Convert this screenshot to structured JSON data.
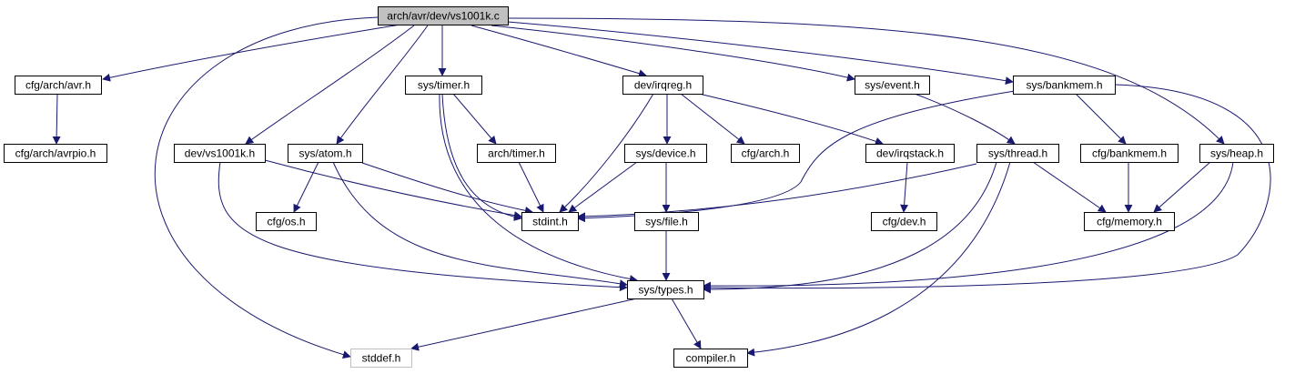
{
  "diagram": {
    "type": "include-dependency-graph",
    "edge_color": "#191970",
    "root_fill": "#c0c0c0",
    "faded_stroke": "#bfbfbf",
    "nodes": [
      {
        "id": "root",
        "label": "arch/avr/dev/vs1001k.c",
        "root": true
      },
      {
        "id": "cfg_arch_avr",
        "label": "cfg/arch/avr.h"
      },
      {
        "id": "cfg_arch_avrpio",
        "label": "cfg/arch/avrpio.h"
      },
      {
        "id": "dev_vs1001k_h",
        "label": "dev/vs1001k.h"
      },
      {
        "id": "sys_atom",
        "label": "sys/atom.h"
      },
      {
        "id": "cfg_os",
        "label": "cfg/os.h"
      },
      {
        "id": "sys_timer",
        "label": "sys/timer.h"
      },
      {
        "id": "arch_timer",
        "label": "arch/timer.h"
      },
      {
        "id": "stdint",
        "label": "stdint.h"
      },
      {
        "id": "dev_irqreg",
        "label": "dev/irqreg.h"
      },
      {
        "id": "sys_device",
        "label": "sys/device.h"
      },
      {
        "id": "cfg_arch",
        "label": "cfg/arch.h"
      },
      {
        "id": "dev_irqstack",
        "label": "dev/irqstack.h"
      },
      {
        "id": "sys_file",
        "label": "sys/file.h"
      },
      {
        "id": "sys_event",
        "label": "sys/event.h"
      },
      {
        "id": "sys_thread",
        "label": "sys/thread.h"
      },
      {
        "id": "cfg_dev",
        "label": "cfg/dev.h"
      },
      {
        "id": "sys_bankmem",
        "label": "sys/bankmem.h"
      },
      {
        "id": "cfg_bankmem",
        "label": "cfg/bankmem.h"
      },
      {
        "id": "cfg_memory",
        "label": "cfg/memory.h"
      },
      {
        "id": "sys_heap",
        "label": "sys/heap.h"
      },
      {
        "id": "sys_types",
        "label": "sys/types.h"
      },
      {
        "id": "stddef",
        "label": "stddef.h",
        "faded": true
      },
      {
        "id": "compiler",
        "label": "compiler.h"
      }
    ],
    "edges": [
      {
        "from": "root",
        "to": "cfg_arch_avr"
      },
      {
        "from": "root",
        "to": "stddef"
      },
      {
        "from": "root",
        "to": "dev_vs1001k_h"
      },
      {
        "from": "root",
        "to": "sys_atom"
      },
      {
        "from": "root",
        "to": "sys_timer"
      },
      {
        "from": "root",
        "to": "dev_irqreg"
      },
      {
        "from": "root",
        "to": "sys_event"
      },
      {
        "from": "root",
        "to": "sys_bankmem"
      },
      {
        "from": "root",
        "to": "sys_heap"
      },
      {
        "from": "cfg_arch_avr",
        "to": "cfg_arch_avrpio"
      },
      {
        "from": "dev_vs1001k_h",
        "to": "stdint"
      },
      {
        "from": "dev_vs1001k_h",
        "to": "sys_types"
      },
      {
        "from": "sys_atom",
        "to": "cfg_os"
      },
      {
        "from": "sys_atom",
        "to": "stdint"
      },
      {
        "from": "sys_atom",
        "to": "sys_types"
      },
      {
        "from": "sys_timer",
        "to": "arch_timer"
      },
      {
        "from": "sys_timer",
        "to": "stdint"
      },
      {
        "from": "sys_timer",
        "to": "sys_types"
      },
      {
        "from": "arch_timer",
        "to": "stdint"
      },
      {
        "from": "dev_irqreg",
        "to": "sys_device"
      },
      {
        "from": "dev_irqreg",
        "to": "cfg_arch"
      },
      {
        "from": "dev_irqreg",
        "to": "dev_irqstack"
      },
      {
        "from": "dev_irqreg",
        "to": "stdint"
      },
      {
        "from": "sys_device",
        "to": "stdint"
      },
      {
        "from": "sys_device",
        "to": "sys_file"
      },
      {
        "from": "sys_file",
        "to": "sys_types"
      },
      {
        "from": "dev_irqstack",
        "to": "cfg_dev"
      },
      {
        "from": "sys_event",
        "to": "sys_thread"
      },
      {
        "from": "sys_thread",
        "to": "stdint"
      },
      {
        "from": "sys_thread",
        "to": "cfg_memory"
      },
      {
        "from": "sys_thread",
        "to": "sys_types"
      },
      {
        "from": "sys_thread",
        "to": "compiler"
      },
      {
        "from": "sys_bankmem",
        "to": "stdint"
      },
      {
        "from": "sys_bankmem",
        "to": "cfg_bankmem"
      },
      {
        "from": "sys_bankmem",
        "to": "sys_types"
      },
      {
        "from": "cfg_bankmem",
        "to": "cfg_memory"
      },
      {
        "from": "sys_heap",
        "to": "cfg_memory"
      },
      {
        "from": "sys_heap",
        "to": "sys_types"
      },
      {
        "from": "sys_types",
        "to": "stddef"
      },
      {
        "from": "sys_types",
        "to": "compiler"
      }
    ]
  }
}
